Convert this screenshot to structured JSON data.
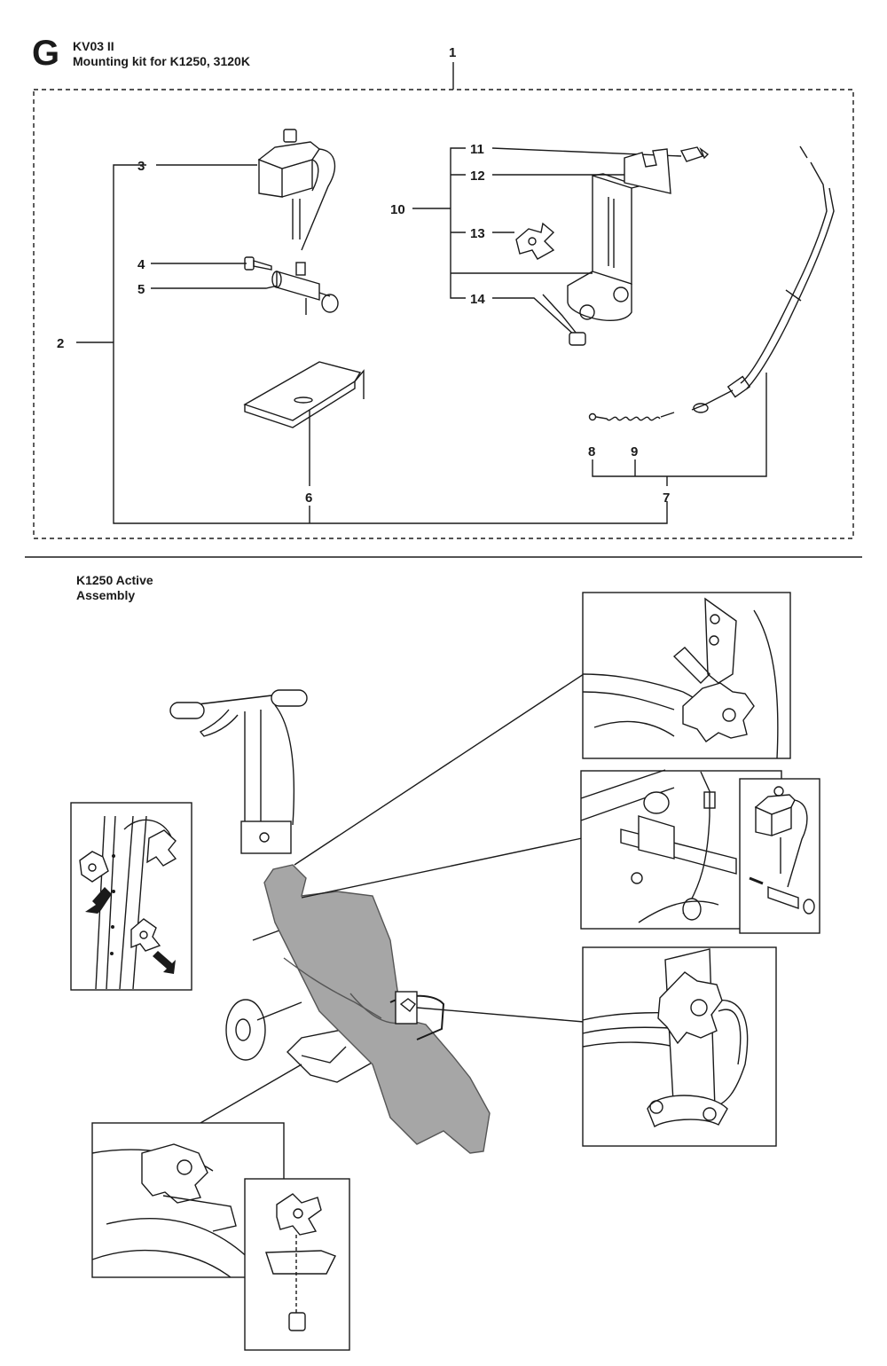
{
  "header": {
    "section_letter": "G",
    "kit_code": "KV03 II",
    "kit_title": "Mounting kit for K1250, 3120K"
  },
  "assembly": {
    "title_line1": "K1250 Active",
    "title_line2": "Assembly"
  },
  "callouts": [
    "1",
    "2",
    "3",
    "4",
    "5",
    "6",
    "7",
    "8",
    "9",
    "10",
    "11",
    "12",
    "13",
    "14"
  ],
  "colors": {
    "ink": "#1a1a1a",
    "shade": "#a6a6a6",
    "paper": "#ffffff"
  }
}
